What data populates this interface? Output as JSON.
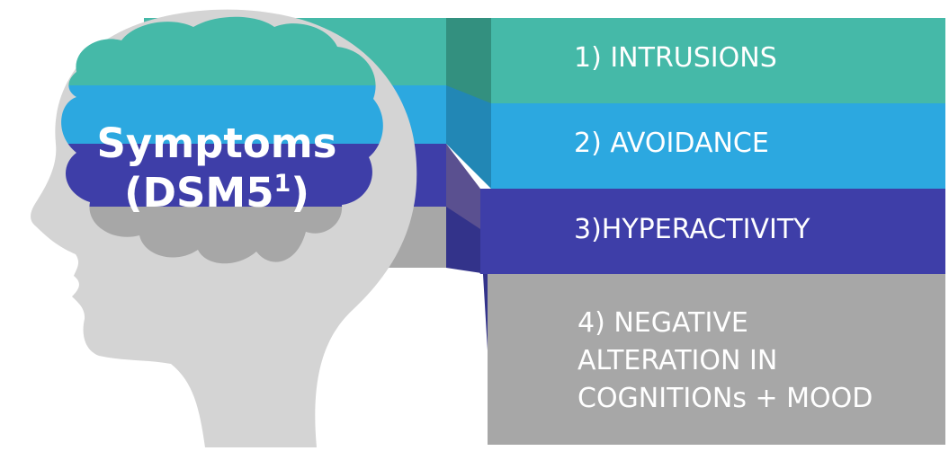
{
  "title": {
    "line1": "Symptoms",
    "line2_prefix": "(DSM5",
    "line2_sup": "1",
    "line2_suffix": ")"
  },
  "symptoms": [
    {
      "label": "1) INTRUSIONS",
      "color": "#45b9a8",
      "side_color": "#33907f"
    },
    {
      "label": "2) AVOIDANCE",
      "color": "#2ca8e0",
      "side_color": "#2287b5"
    },
    {
      "label": "3)HYPERACTIVITY",
      "color": "#3e3ea8",
      "side_color": "#5a5090"
    },
    {
      "label_lines": [
        "4) NEGATIVE",
        "ALTERATION IN",
        "COGNITIONs + MOOD"
      ],
      "color": "#a7a7a7",
      "side_color": "#33338a"
    }
  ],
  "head_color": "#d4d4d4"
}
